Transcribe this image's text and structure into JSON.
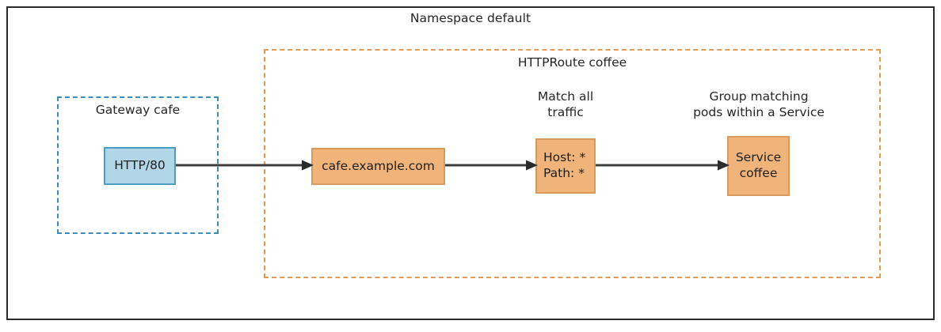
{
  "diagram": {
    "namespace": {
      "title": "Namespace default",
      "border_color": "#2b2b2b"
    },
    "gateway": {
      "title": "Gateway cafe",
      "border_color": "#3c8dbc",
      "listener": {
        "label": "HTTP/80",
        "fill": "#b1d6e8",
        "stroke": "#4a9ec4"
      }
    },
    "httproute": {
      "title": "HTTPRoute coffee",
      "border_color": "#e39b54",
      "hostname": {
        "label": "cafe.example.com",
        "fill": "#f0b47a",
        "stroke": "#d79b5f"
      },
      "match": {
        "caption": "Match all\ntraffic",
        "label": "Host: *\nPath: *",
        "fill": "#f0b47a",
        "stroke": "#d79b5f"
      },
      "backend": {
        "caption": "Group matching\npods within a Service",
        "label": "Service\ncoffee",
        "fill": "#f0b47a",
        "stroke": "#d79b5f"
      }
    },
    "arrows": {
      "color": "#3d3d3d",
      "listener_to_hostname": "",
      "hostname_to_match": "",
      "match_to_backend": ""
    }
  }
}
